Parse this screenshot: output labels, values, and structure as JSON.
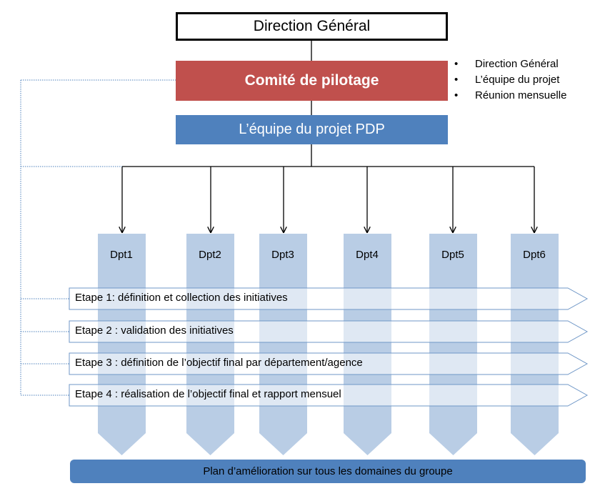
{
  "top": {
    "title": "Direction Général"
  },
  "comite": {
    "title": "Comité de pilotage"
  },
  "team": {
    "title": "L’équipe du projet PDP"
  },
  "comite_members": [
    "Direction Général",
    "L’équipe du projet",
    "Réunion mensuelle"
  ],
  "departments": [
    "Dpt1",
    "Dpt2",
    "Dpt3",
    "Dpt4",
    "Dpt5",
    "Dpt6"
  ],
  "steps": [
    "Etape 1: définition et collection des initiatives",
    "Etape 2 : validation des initiatives",
    "Etape 3 : définition de l’objectif final par département/agence",
    "Etape 4 : réalisation de l’objectif final et rapport mensuel"
  ],
  "bottom": {
    "label": "Plan d’amélioration sur tous les domaines du groupe"
  },
  "colors": {
    "comite": "#c0504d",
    "team": "#4f81bd",
    "department_column": "#b9cde5",
    "connector": "#000000",
    "dotted_line": "#4f81bd",
    "step_border": "#6f97c7",
    "bottom_bar": "#4f81bd"
  }
}
